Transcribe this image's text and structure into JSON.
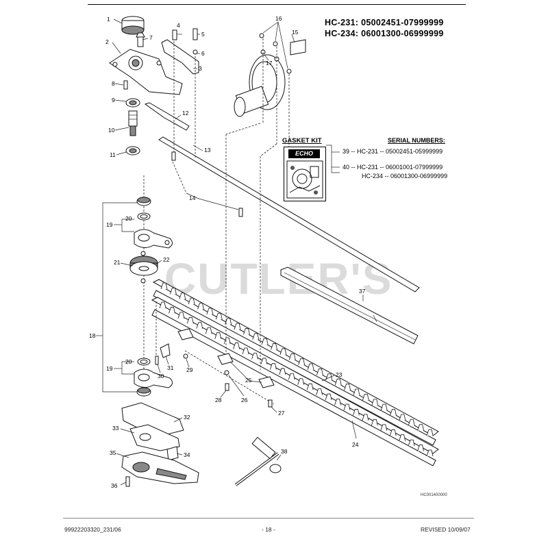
{
  "header": {
    "line1": "HC-231:  05002451-07999999",
    "line2": "HC-234:  06001300-06999999"
  },
  "gasket_kit": {
    "title": "GASKET KIT",
    "brand": "ECHO"
  },
  "serial_numbers": {
    "title": "SERIAL NUMBERS:",
    "rows": [
      "39 -- HC-231 -- 05002451-05999999",
      "40 -- HC-231 -- 06001001-07999999",
      "HC-234 -- 06001300-06999999"
    ]
  },
  "callouts": [
    "1",
    "2",
    "3",
    "4",
    "5",
    "6",
    "7",
    "8",
    "9",
    "10",
    "11",
    "12",
    "13",
    "14",
    "15",
    "16",
    "17",
    "18",
    "19",
    "19",
    "20",
    "20",
    "21",
    "22",
    "23",
    "24",
    "25",
    "26",
    "27",
    "28",
    "29",
    "30",
    "31",
    "32",
    "33",
    "34",
    "35",
    "36",
    "37",
    "38"
  ],
  "watermark": "CUTLER'S",
  "diagram_code": "HC001400000",
  "footer": {
    "left": "99922203320_231/06",
    "center": "- 18 -",
    "right": "REVISED 10/09/07"
  }
}
